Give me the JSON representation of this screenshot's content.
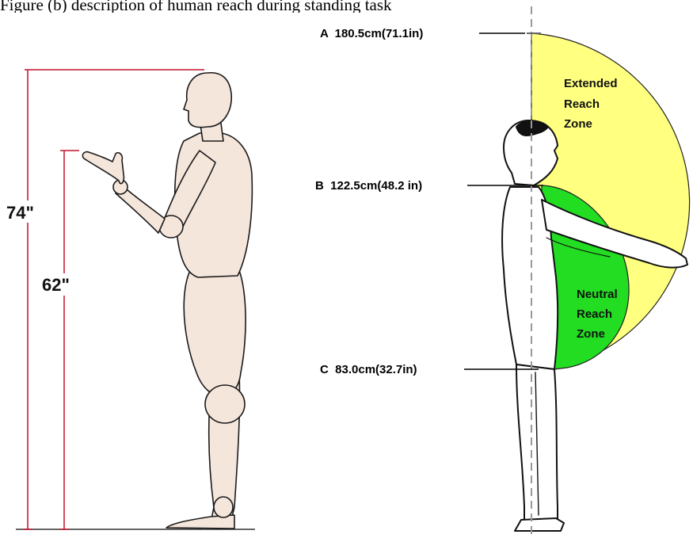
{
  "caption": "Figure (b) description of human reach during standing task",
  "left_figure": {
    "total_height_label": "74\"",
    "reach_height_label": "62\""
  },
  "right_figure": {
    "markers": {
      "a": "A  180.5cm(71.1in)",
      "b": "B  122.5cm(48.2 in)",
      "c": "C  83.0cm(32.7in)"
    },
    "extended_zone": [
      "Extended",
      "Reach",
      "Zone"
    ],
    "neutral_zone": [
      "Neutral",
      "Reach",
      "Zone"
    ]
  },
  "colors": {
    "dimension_line": "#c0142a",
    "body_fill": "#f5e6dc",
    "extended_zone": "#ffff80",
    "neutral_zone": "#22dd22"
  }
}
